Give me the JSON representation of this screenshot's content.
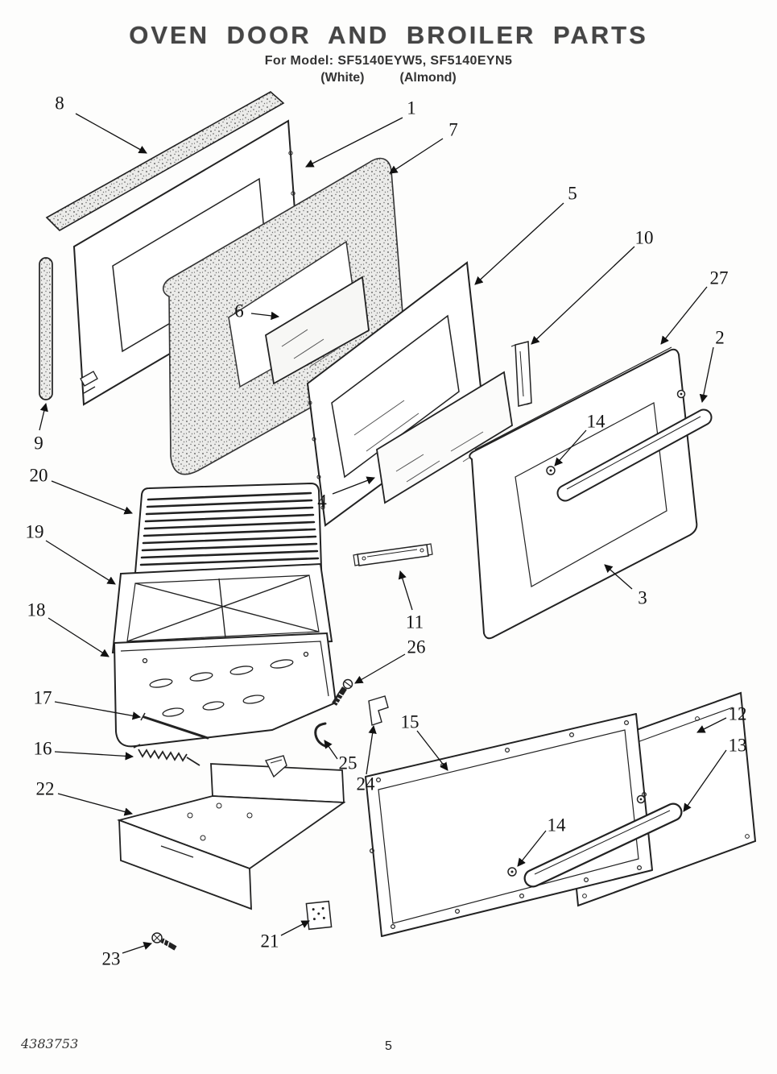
{
  "header": {
    "title": "OVEN DOOR AND BROILER PARTS",
    "model_line": "For Model: SF5140EYW5, SF5140EYN5",
    "color_white": "(White)",
    "color_almond": "(Almond)"
  },
  "callouts": [
    {
      "id": "8",
      "label": "8"
    },
    {
      "id": "1",
      "label": "1"
    },
    {
      "id": "7",
      "label": "7"
    },
    {
      "id": "5",
      "label": "5"
    },
    {
      "id": "10",
      "label": "10"
    },
    {
      "id": "27",
      "label": "27"
    },
    {
      "id": "2",
      "label": "2"
    },
    {
      "id": "6",
      "label": "6"
    },
    {
      "id": "9",
      "label": "9"
    },
    {
      "id": "14-top",
      "label": "14"
    },
    {
      "id": "20",
      "label": "20"
    },
    {
      "id": "19",
      "label": "19"
    },
    {
      "id": "4",
      "label": "4"
    },
    {
      "id": "11",
      "label": "11"
    },
    {
      "id": "3",
      "label": "3"
    },
    {
      "id": "18",
      "label": "18"
    },
    {
      "id": "26",
      "label": "26"
    },
    {
      "id": "17",
      "label": "17"
    },
    {
      "id": "15",
      "label": "15"
    },
    {
      "id": "12",
      "label": "12"
    },
    {
      "id": "13",
      "label": "13"
    },
    {
      "id": "16",
      "label": "16"
    },
    {
      "id": "25",
      "label": "25"
    },
    {
      "id": "24",
      "label": "24"
    },
    {
      "id": "22",
      "label": "22"
    },
    {
      "id": "14-bottom",
      "label": "14"
    },
    {
      "id": "21",
      "label": "21"
    },
    {
      "id": "23",
      "label": "23"
    }
  ],
  "footer": {
    "doc_number": "4383753",
    "page_number": "5"
  }
}
